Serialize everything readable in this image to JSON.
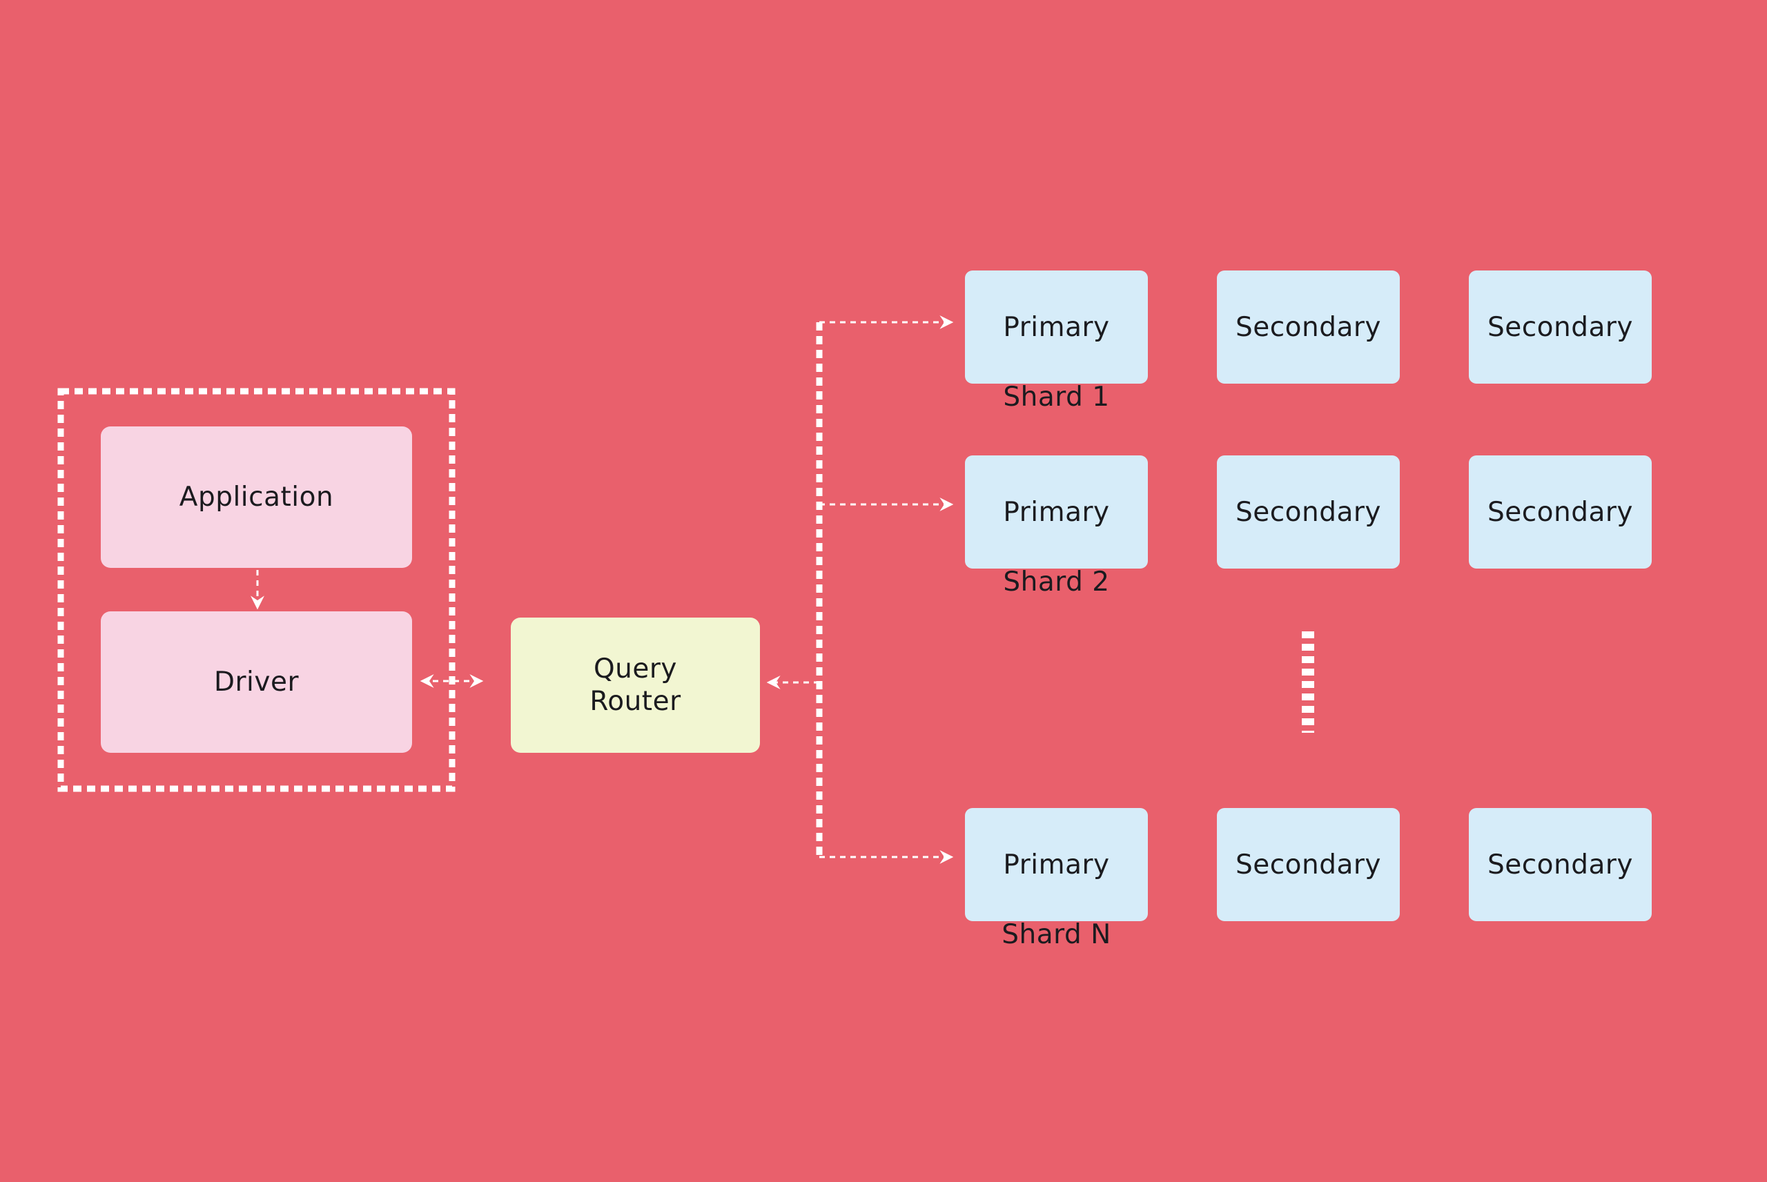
{
  "client": {
    "application": "Application",
    "driver": "Driver"
  },
  "router": {
    "line1": "Query",
    "line2": "Router"
  },
  "shards": [
    {
      "label": "Shard 1",
      "members": [
        "Primary",
        "Secondary",
        "Secondary"
      ]
    },
    {
      "label": "Shard 2",
      "members": [
        "Primary",
        "Secondary",
        "Secondary"
      ]
    },
    {
      "label": "Shard N",
      "members": [
        "Primary",
        "Secondary",
        "Secondary"
      ]
    }
  ],
  "colors": {
    "background": "#e9606c",
    "client_box": "#f8d4e3",
    "router_box": "#f2f6d2",
    "shard_box": "#d6ecf9",
    "connector": "#ffffff",
    "text": "#1b1b1f"
  }
}
